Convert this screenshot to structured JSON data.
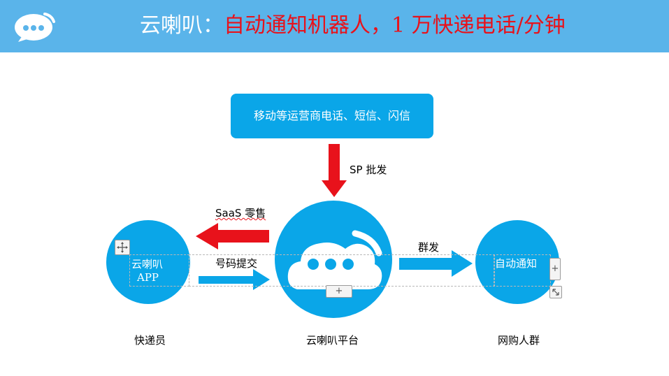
{
  "header": {
    "logo_icon": "chat-bubble-icon",
    "title_prefix": "云喇叭：",
    "title_main": "自动通知机器人，1 万快递电话/分钟",
    "colors": {
      "bar": "#5ab4ea",
      "title_main": "#e8121b",
      "title_prefix": "#ffffff"
    }
  },
  "diagram": {
    "carrier_box": "移动等运营商电话、短信、闪信",
    "sp_label": "SP 批发",
    "saas_label": "SaaS 零售",
    "number_submit_label": "号码提交",
    "mass_send_label": "群发",
    "app_lines": [
      "云喇叭",
      "APP"
    ],
    "right_circle_text": "自动通知",
    "captions": {
      "left": "快递员",
      "center": "云喇叭平台",
      "right": "网购人群"
    },
    "colors": {
      "blue": "#0aa6e8",
      "red": "#e8121b"
    },
    "icons": [
      "move-handle-icon",
      "plus-icon",
      "resize-icon",
      "cloud-chat-icon"
    ]
  }
}
